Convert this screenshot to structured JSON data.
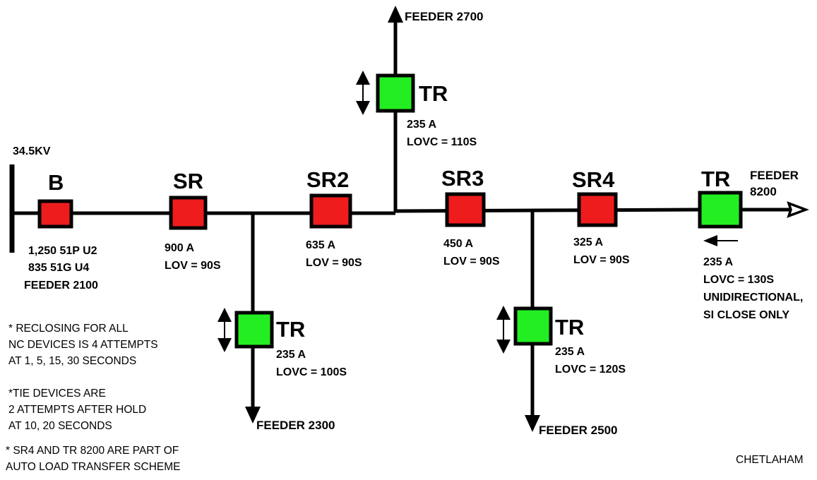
{
  "voltage": "34.5KV",
  "breaker": {
    "label": "B",
    "color": "#ee1c1c",
    "lines": [
      "1,250 51P U2",
      "835 51G U4",
      "FEEDER 2100"
    ]
  },
  "sectionalizers": [
    {
      "label": "SR",
      "current": "900 A",
      "setting": "LOV = 90S"
    },
    {
      "label": "SR2",
      "current": "635 A",
      "setting": "LOV = 90S"
    },
    {
      "label": "SR3",
      "current": "450 A",
      "setting": "LOV = 90S"
    },
    {
      "label": "SR4",
      "current": "325 A",
      "setting": "LOV = 90S"
    }
  ],
  "ties": [
    {
      "label": "TR",
      "current": "235 A",
      "setting": "LOVC = 110S",
      "feeder": "FEEDER 2700"
    },
    {
      "label": "TR",
      "current": "235 A",
      "setting": "LOVC = 100S",
      "feeder": "FEEDER 2300"
    },
    {
      "label": "TR",
      "current": "235 A",
      "setting": "LOVC = 120S",
      "feeder": "FEEDER 2500"
    },
    {
      "label": "TR",
      "current": "235 A",
      "setting": "LOVC = 130S",
      "note1": "UNIDIRECTIONAL,",
      "note2": "SI CLOSE ONLY",
      "feeder_line1": "FEEDER",
      "feeder_line2": "8200"
    }
  ],
  "colors": {
    "closed": "#ee1c1c",
    "open": "#22ee22",
    "line": "#000000"
  },
  "notes": [
    "* RECLOSING FOR ALL",
    "NC DEVICES IS 4 ATTEMPTS",
    "AT 1, 5, 15, 30 SECONDS",
    "*TIE DEVICES ARE",
    "2 ATTEMPTS AFTER HOLD",
    "AT 10, 20 SECONDS",
    "* SR4 AND TR 8200 ARE PART OF",
    "AUTO LOAD TRANSFER SCHEME"
  ],
  "footer": "CHETLAHAM"
}
